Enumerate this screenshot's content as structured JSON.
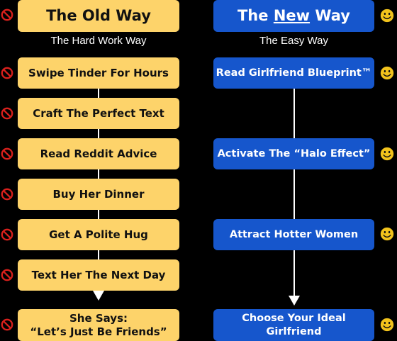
{
  "old_way": {
    "title": "The Old Way",
    "subtitle": "The Hard Work Way",
    "steps": [
      "Swipe Tinder For Hours",
      "Craft The Perfect Text",
      "Read Reddit Advice",
      "Buy Her Dinner",
      "Get A Polite Hug",
      "Text Her The Next Day"
    ],
    "result_line1": "She Says:",
    "result_line2": "“Let’s Just Be Friends”"
  },
  "new_way": {
    "title_prefix": "The ",
    "title_emphasis": "New",
    "title_suffix": " Way",
    "subtitle": "The Easy Way",
    "steps": [
      "Read Girlfriend Blueprint™",
      "Activate The “Halo Effect”",
      "Attract Hotter Women"
    ],
    "result_line1": "Choose Your Ideal",
    "result_line2": "Girlfriend"
  },
  "icons": {
    "old_marker": "no-entry-icon",
    "new_marker": "smiley-icon"
  },
  "colors": {
    "old_box": "#fdd36a",
    "new_box": "#1656cc",
    "no_icon": "#d8201c",
    "smiley": "#f2c31c",
    "background": "#000000"
  }
}
